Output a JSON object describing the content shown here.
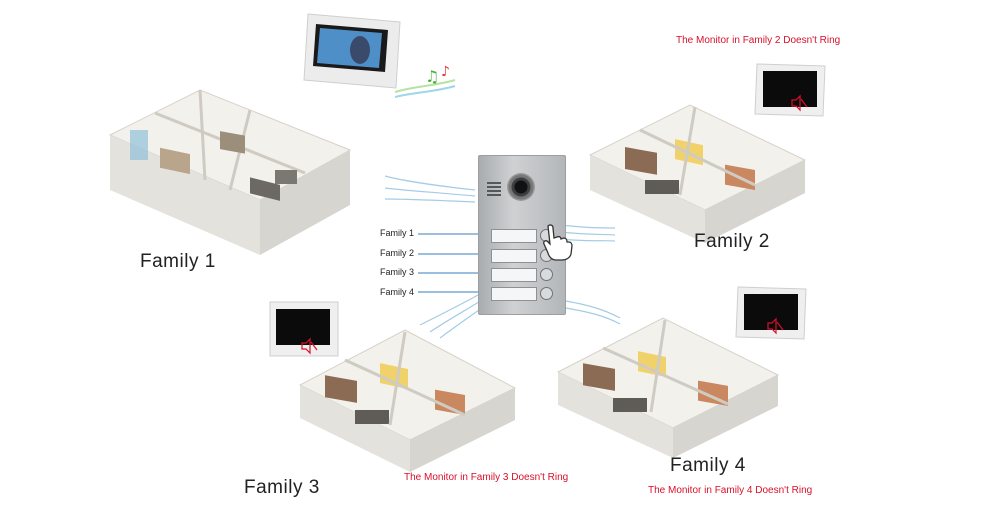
{
  "families": [
    {
      "label": "Family 1",
      "status": ""
    },
    {
      "label": "Family 2",
      "status": "The Monitor in Family 2 Doesn't Ring"
    },
    {
      "label": "Family 3",
      "status": "The Monitor in Family 3 Doesn't Ring"
    },
    {
      "label": "Family 4",
      "status": "The Monitor in Family 4 Doesn't Ring"
    }
  ],
  "doorbell": {
    "buttons": [
      "Family 1",
      "Family 2",
      "Family 3",
      "Family 4"
    ]
  },
  "colors": {
    "warning": "#d9102a",
    "signal": "#7fb4d8",
    "panel": "#b9bcbf"
  },
  "icons": {
    "ringing": "music-notes-icon",
    "muted": "speaker-muted-icon",
    "press": "hand-pointer-icon"
  }
}
